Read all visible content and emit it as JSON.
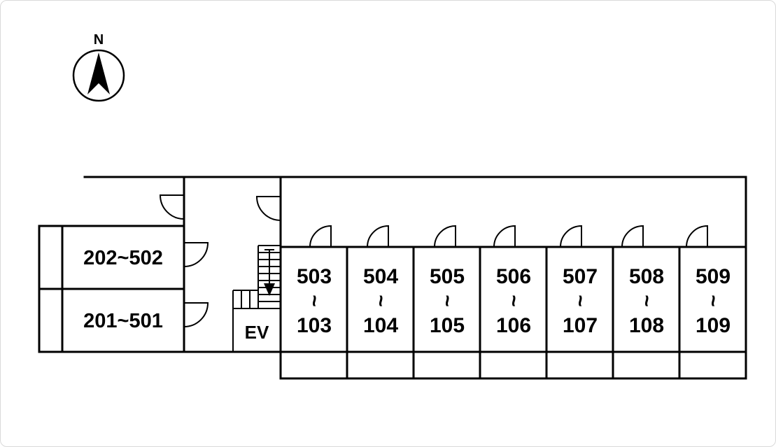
{
  "compass": {
    "label": "N"
  },
  "left_wing": {
    "rooms": [
      {
        "label": "202~502"
      },
      {
        "label": "201~501"
      }
    ]
  },
  "core": {
    "elevator_label": "EV"
  },
  "right_wing": {
    "rooms": [
      {
        "upper": "503",
        "connector": "~",
        "lower": "103"
      },
      {
        "upper": "504",
        "connector": "~",
        "lower": "104"
      },
      {
        "upper": "505",
        "connector": "~",
        "lower": "105"
      },
      {
        "upper": "506",
        "connector": "~",
        "lower": "106"
      },
      {
        "upper": "507",
        "connector": "~",
        "lower": "107"
      },
      {
        "upper": "508",
        "connector": "~",
        "lower": "108"
      },
      {
        "upper": "509",
        "connector": "~",
        "lower": "109"
      }
    ]
  },
  "colors": {
    "line": "#000000",
    "background": "#ffffff"
  }
}
